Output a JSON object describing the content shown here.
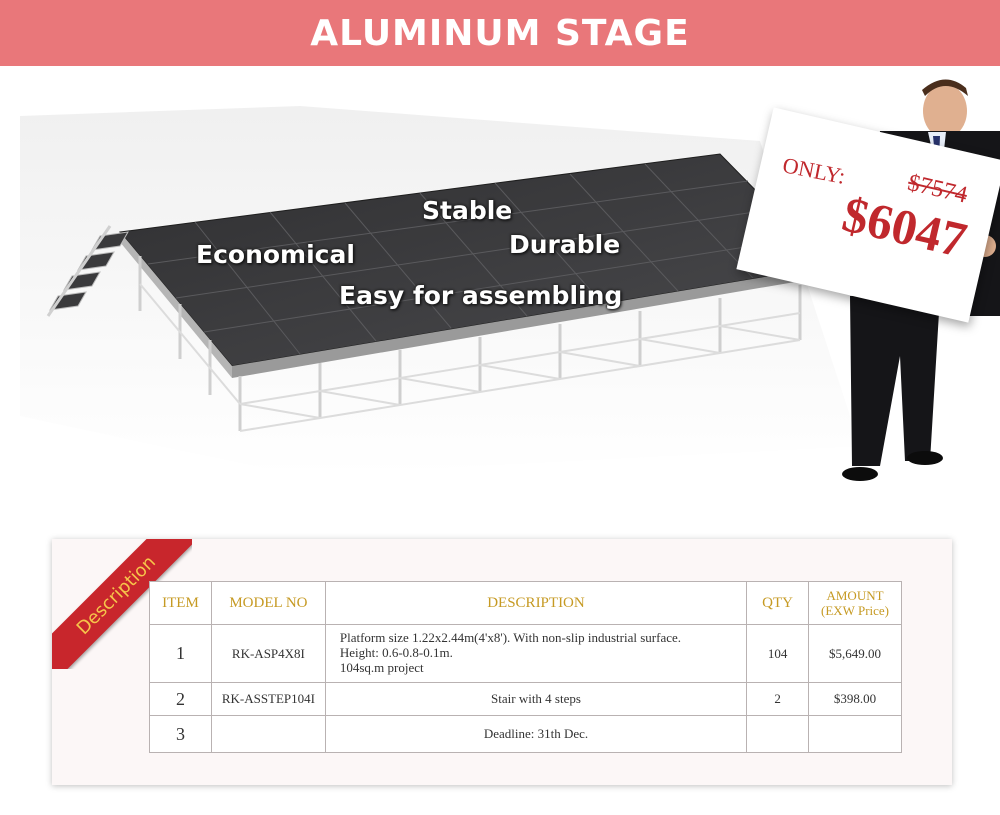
{
  "banner": {
    "title": "ALUMINUM STAGE"
  },
  "hero": {
    "features": [
      "Stable",
      "Durable",
      "Economical",
      "Easy for assembling"
    ],
    "sign": {
      "only": "ONLY:",
      "old_price": "$7574",
      "new_price": "$6047"
    },
    "colors": {
      "stage_deck": "#3d3d3f",
      "truss": "#d9d9d9",
      "sign_text": "#c0282d"
    }
  },
  "description": {
    "ribbon": "Description",
    "headers": [
      "ITEM",
      "MODEL NO",
      "DESCRIPTION",
      "QTY",
      "AMOUNT",
      "(EXW Price)"
    ],
    "rows": [
      {
        "item": "1",
        "model": "RK-ASP4X8I",
        "desc_lines": [
          "Platform size 1.22x2.44m(4'x8'). With non-slip industrial surface.",
          "Height: 0.6-0.8-0.1m.",
          "104sq.m project"
        ],
        "qty": "104",
        "amount": "$5,649.00"
      },
      {
        "item": "2",
        "model": "RK-ASSTEP104I",
        "desc_lines": [
          "Stair with 4 steps"
        ],
        "qty": "2",
        "amount": "$398.00"
      },
      {
        "item": "3",
        "model": "",
        "desc_lines": [
          "Deadline: 31th Dec."
        ],
        "qty": "",
        "amount": ""
      }
    ],
    "colors": {
      "header_text": "#c69a23",
      "ribbon": "#c8262c",
      "banner": "#e9777a"
    }
  }
}
